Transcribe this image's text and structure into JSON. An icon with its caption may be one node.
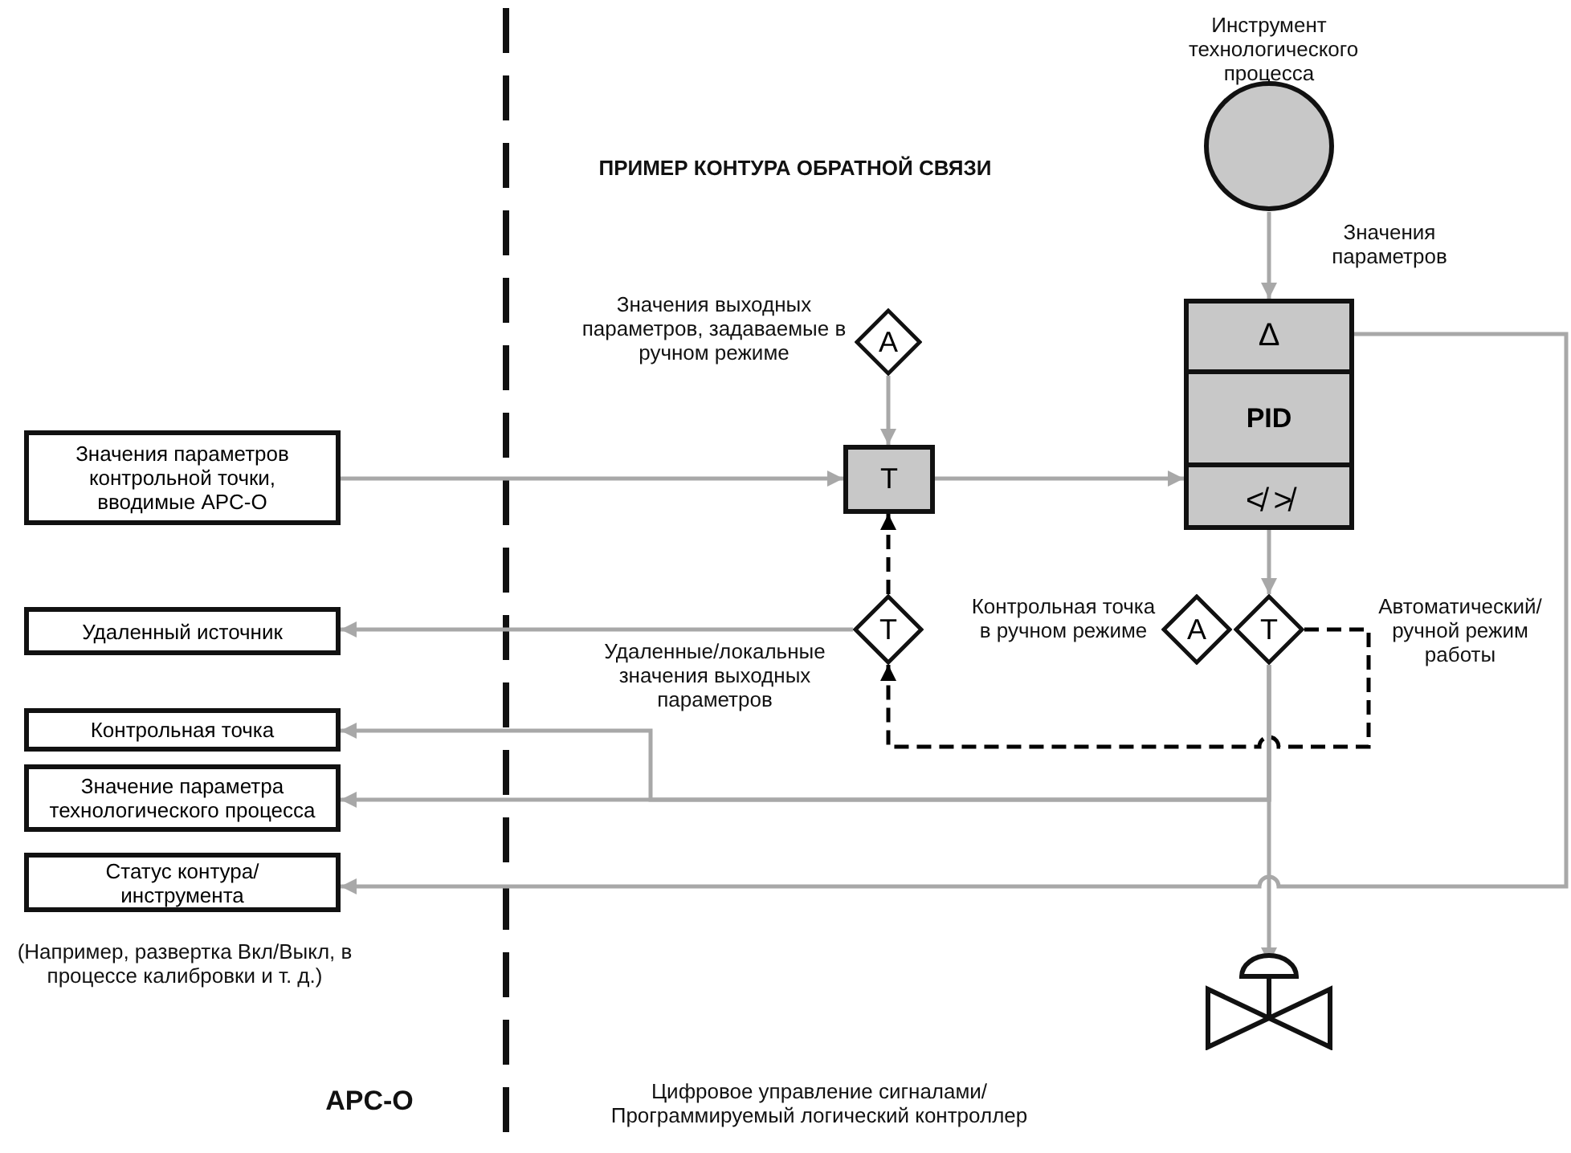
{
  "diagram": {
    "title": "ПРИМЕР КОНТУРА ОБРАТНОЙ СВЯЗИ",
    "nodes": [
      {
        "text": [
          "Инструмент технологического процесса"
        ]
      },
      {
        "text": [
          "Δ",
          "PID",
          "≮ ≯"
        ]
      },
      {
        "text": [
          "A"
        ],
        "beside": [
          "Значения выходных параметров, задаваемые в ручном режиме"
        ]
      },
      {
        "text": [
          "T"
        ]
      },
      {
        "text": [
          "T"
        ],
        "beside": [
          "Удаленные/локальные значения выходных параметров"
        ]
      },
      {
        "text": [
          "A"
        ],
        "beside": [
          "Контрольная точка в ручном режиме"
        ]
      },
      {
        "text": [
          "T"
        ],
        "beside": [
          "Автоматический/ ручной режим работы"
        ]
      },
      {
        "text": [],
        "shape": "valve"
      },
      {
        "text": [
          "Значения параметров контрольной точки, вводимые APC-O"
        ]
      },
      {
        "text": [
          "Удаленный источник"
        ]
      },
      {
        "text": [
          "Контрольная точка"
        ]
      },
      {
        "text": [
          "Значение параметра технологического процесса"
        ]
      },
      {
        "text": [
          "Статус контура/ инструмента"
        ],
        "beside": [
          "(Например, развертка Вкл/Выкл, в процессе калибровки и т. д.)"
        ]
      }
    ],
    "edges": [
      {
        "from": 0,
        "to": 1,
        "arrow": "to",
        "label": "Значения параметров"
      },
      {
        "from": 2,
        "to": 3,
        "arrow": "to"
      },
      {
        "from": 8,
        "to": 3,
        "arrow": "to"
      },
      {
        "from": 3,
        "to": 1,
        "arrow": "to"
      },
      {
        "from": 4,
        "to": 3,
        "arrow": "to",
        "style": "dashed",
        "color": "#000000"
      },
      {
        "from": 4,
        "to": 9,
        "arrow": "to"
      },
      {
        "from": 1,
        "to": 6,
        "arrow": "to"
      },
      {
        "from": 6,
        "to": 7,
        "arrow": "to"
      },
      {
        "from": 6,
        "to": 4,
        "arrow": "to",
        "style": "dashed",
        "color": "#000000"
      },
      {
        "from": 6,
        "to": 10,
        "arrow": "to"
      },
      {
        "from": 6,
        "to": 11,
        "arrow": "to"
      },
      {
        "from": 1,
        "to": 12,
        "arrow": "to"
      }
    ],
    "labels": [
      "APC-O",
      "Цифровое управление сигналами/ Программируемый логический контроллер"
    ]
  }
}
